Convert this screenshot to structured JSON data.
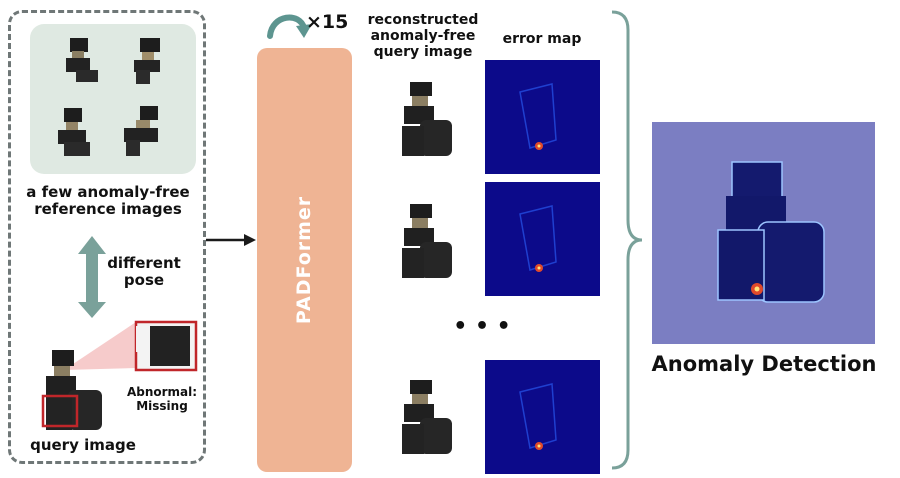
{
  "left_panel": {
    "reference_caption": "a few anomaly-free reference images",
    "pose_label": "different pose",
    "abnormal_label": "Abnormal: Missing",
    "query_caption": "query image"
  },
  "model": {
    "name": "PADFormer",
    "iterations": "×15"
  },
  "outputs": {
    "reconstructed_header": "reconstructed anomaly-free query image",
    "error_map_header": "error map",
    "ellipsis": "• • •"
  },
  "result": {
    "title": "Anomaly Detection"
  },
  "colors": {
    "ref_panel_bg": "#dfe9e2",
    "dashed_border": "#6f7777",
    "pose_arrow": "#7aa19a",
    "padformer_fill": "#efb494",
    "loop_arrow": "#5d9590",
    "error_map_bg": "#0c0a8a",
    "result_bg": "#7b7ec2",
    "highlight_box": "#c0262a"
  }
}
